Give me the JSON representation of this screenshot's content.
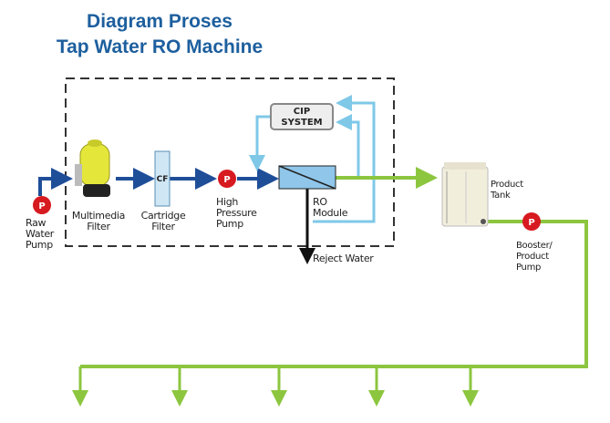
{
  "title": {
    "line1": "Diagram Proses",
    "line2": "Tap Water RO Machine"
  },
  "components": {
    "raw_pump": {
      "symbol": "P",
      "label": [
        "Raw",
        "Water",
        "Pump"
      ]
    },
    "multimedia_filter": {
      "label": [
        "Multimedia",
        "Filter"
      ]
    },
    "cartridge_filter": {
      "symbol": "CF",
      "label": [
        "Cartridge",
        "Filter"
      ]
    },
    "high_pressure_pump": {
      "symbol": "P",
      "label": [
        "High",
        "Pressure",
        "Pump"
      ]
    },
    "ro_module": {
      "label": [
        "RO",
        "Module"
      ]
    },
    "cip_system": {
      "label": [
        "CIP",
        "SYSTEM"
      ]
    },
    "reject_water": {
      "label": "Reject Water"
    },
    "product_tank": {
      "label": [
        "Product",
        "Tank"
      ]
    },
    "booster_pump": {
      "symbol": "P",
      "label": [
        "Booster/",
        "Product",
        "Pump"
      ]
    }
  },
  "colors": {
    "title": "#1d5f9e",
    "feed_line": "#1f4e99",
    "product_line": "#8cc63f",
    "cip_line": "#7fc8e8",
    "pump": "#d71920",
    "reject": "#111111"
  }
}
